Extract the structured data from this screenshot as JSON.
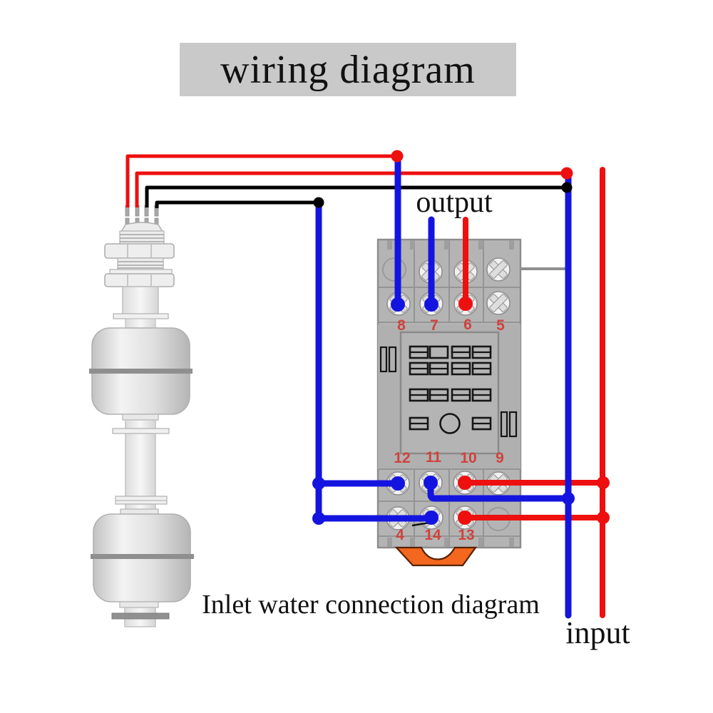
{
  "title": "wiring diagram",
  "labels": {
    "output": "output",
    "input": "input",
    "caption": "Inlet water connection diagram"
  },
  "relay_socket": {
    "top_terminals": [
      "8",
      "7",
      "6",
      "5"
    ],
    "middle_terminals": [
      "12",
      "11",
      "10",
      "9"
    ],
    "bottom_terminals": [
      "4",
      "14",
      "13"
    ]
  },
  "wiring": {
    "float_switch_leads": [
      "red",
      "red",
      "black",
      "black"
    ],
    "output_wires": [
      "terminal 8 (blue)",
      "terminal 7 (blue)",
      "terminal 6 (red)"
    ],
    "input_lines": [
      "blue (neutral)",
      "red (live)"
    ],
    "connections": [
      "float lead red-1 to terminal 8",
      "float lead red-2 to blue input riser",
      "float lead black-1 to blue input riser",
      "float lead black-2 to terminals 12 and 14",
      "terminal 11 to blue input riser",
      "red input riser to terminals 10 and 13"
    ]
  },
  "icons": {
    "float_switch": "float-level-sensor-icon",
    "relay_socket": "relay-socket-icon",
    "din_clip": "din-rail-clip-icon"
  },
  "colors": {
    "wire_red": "#ee0f0f",
    "wire_blue": "#1414e0",
    "wire_black": "#000000",
    "socket_gray": "#b4b4b4",
    "socket_outline": "#8c8c8c",
    "clip_orange": "#f4671f",
    "terminal_number_red": "#d0423c",
    "title_bg": "#c9c9c9",
    "float_body": "#ececec"
  }
}
